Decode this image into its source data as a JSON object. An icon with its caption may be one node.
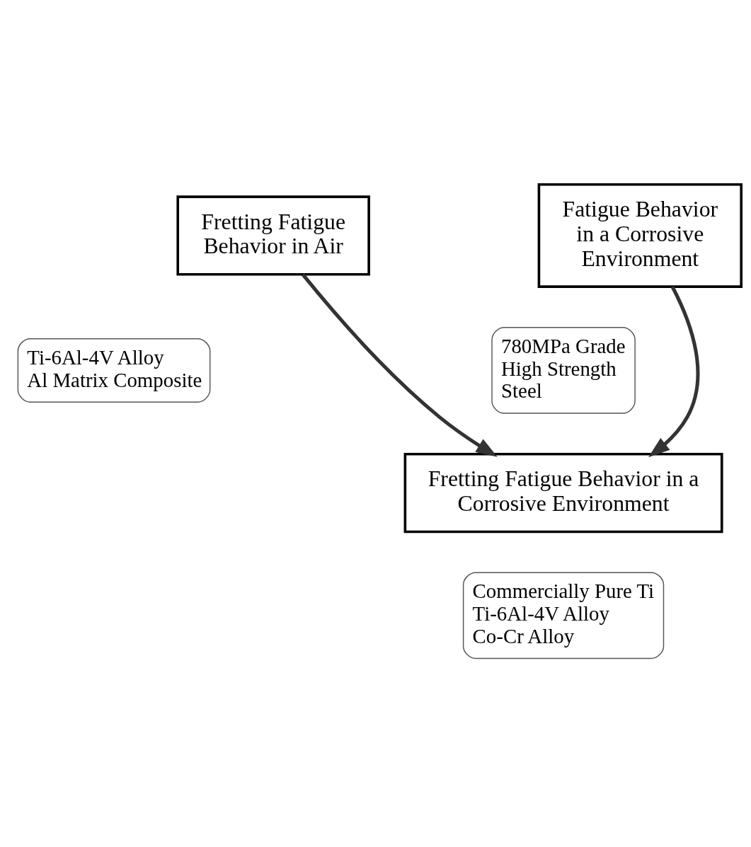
{
  "diagram": {
    "nodes": [
      {
        "text": [
          "Fretting Fatigue Behavior in Air"
        ],
        "beside": [
          "Ti-6Al-4V Alloy",
          "Al Matrix Composite"
        ]
      },
      {
        "text": [
          "Fatigue Behavior in a Corrosive Environment"
        ],
        "beside": [
          "780MPa Grade High Strength Steel"
        ]
      },
      {
        "text": [
          "Fretting Fatigue Behavior in a Corrosive Environment"
        ],
        "beside": [
          "Commercially Pure Ti",
          "Ti-6Al-4V Alloy",
          "Co-Cr Alloy"
        ]
      }
    ],
    "edges": [
      {
        "from": 0,
        "to": 2,
        "arrow": "to"
      },
      {
        "from": 1,
        "to": 2,
        "arrow": "to"
      }
    ]
  }
}
